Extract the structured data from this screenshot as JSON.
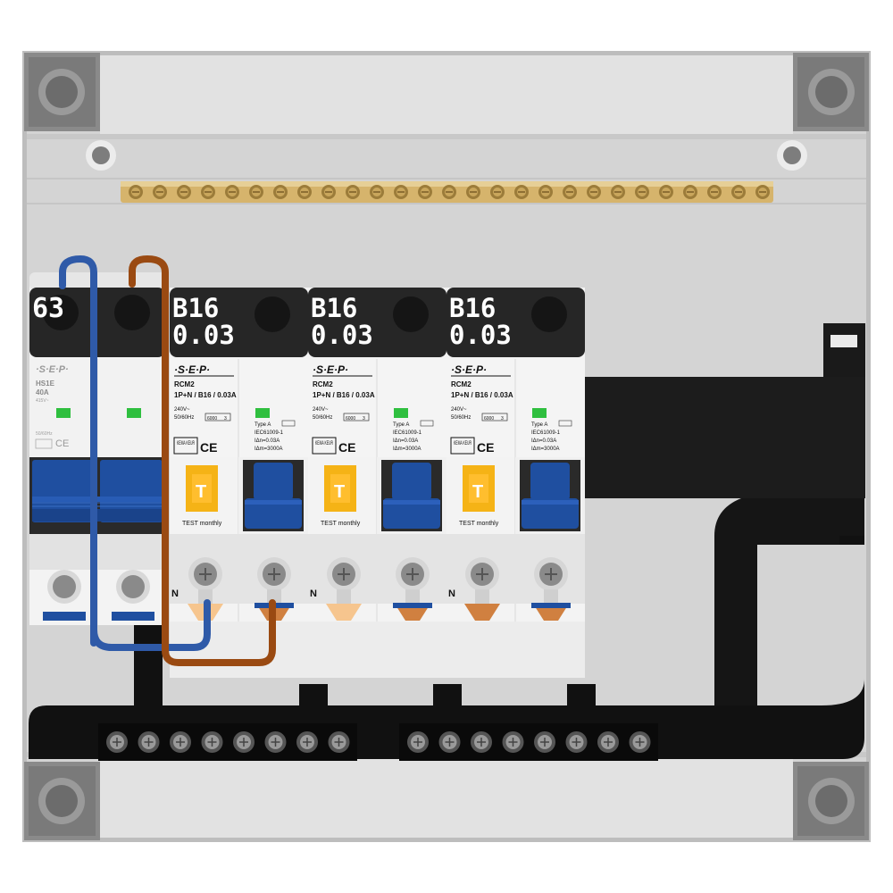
{
  "colors": {
    "enclosure": "#d4d4d4",
    "frame": "#c3c3c3",
    "busbar_brass": "#d6b46c",
    "label_bg": "#262626",
    "breaker_blue": "#1f4fa0",
    "test_button": "#f5b316",
    "indicator_green": "#2fbf3f",
    "neutral_wire": "#2f5aa8",
    "live_wire": "#9a4a12",
    "terminal_bar": "#111111"
  },
  "main_switch": {
    "rating_label": "63",
    "brand": "·S·E·P·",
    "model": "HS1E",
    "current": "40A",
    "voltage": "415V~",
    "frequency": "50/60Hz",
    "ce_mark": "CE"
  },
  "rcbos": [
    {
      "label_line1": "B16",
      "label_line2": "0.03",
      "brand": "·S·E·P·",
      "model": "RCM2",
      "spec": "1P+N / B16 / 0.03A",
      "voltage": "240V~",
      "frequency": "50/60Hz",
      "capacity": "6000",
      "class": "3",
      "kema": "KEMA KEUR",
      "ce": "CE",
      "type": "Type A",
      "standard": "IEC61009-1",
      "idn": "IΔn=0.03A",
      "idm": "IΔm=3000A",
      "test_symbol": "T",
      "test_text": "TEST monthly",
      "neutral_mark": "N"
    },
    {
      "label_line1": "B16",
      "label_line2": "0.03",
      "brand": "·S·E·P·",
      "model": "RCM2",
      "spec": "1P+N / B16 / 0.03A",
      "voltage": "240V~",
      "frequency": "50/60Hz",
      "capacity": "6000",
      "class": "3",
      "kema": "KEMA KEUR",
      "ce": "CE",
      "type": "Type A",
      "standard": "IEC61009-1",
      "idn": "IΔn=0.03A",
      "idm": "IΔm=3000A",
      "test_symbol": "T",
      "test_text": "TEST monthly",
      "neutral_mark": "N"
    },
    {
      "label_line1": "B16",
      "label_line2": "0.03",
      "brand": "·S·E·P·",
      "model": "RCM2",
      "spec": "1P+N / B16 / 0.03A",
      "voltage": "240V~",
      "frequency": "50/60Hz",
      "capacity": "6000",
      "class": "3",
      "kema": "KEMA KEUR",
      "ce": "CE",
      "type": "Type A",
      "standard": "IEC61009-1",
      "idn": "IΔn=0.03A",
      "idm": "IΔm=3000A",
      "test_symbol": "T",
      "test_text": "TEST monthly",
      "neutral_mark": "N"
    }
  ]
}
